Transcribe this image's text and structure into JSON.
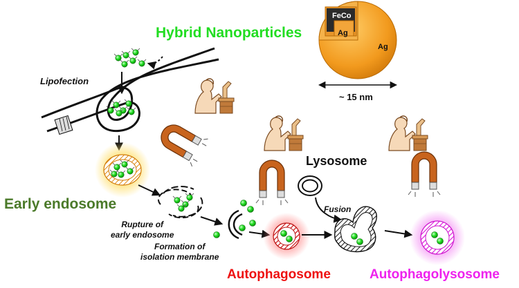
{
  "title": "Hybrid Nanoparticles",
  "steps": {
    "lipofection": "Lipofection",
    "early_endosome": "Early endosome",
    "rupture_line1": "Rupture of",
    "rupture_line2": "early endosome",
    "formation_line1": "Formation of",
    "formation_line2": "isolation membrane",
    "lysosome": "Lysosome",
    "fusion": "Fusion",
    "autophagosome": "Autophagosome",
    "autophagolysosome": "Autophagolysosome"
  },
  "nanoparticle": {
    "core_label": "FeCo",
    "inner_shell_label": "Ag",
    "outer_shell_label": "Ag",
    "size_label": "~ 15 nm"
  },
  "colors": {
    "nanoparticle_green": "#22dd22",
    "early_endosome_label": "#4b7a2a",
    "autophagosome_red": "#ee1111",
    "autophagolysosome_magenta": "#ee22ee",
    "magnet_copper": "#c8641e",
    "shell_orange": "#f29a1e"
  }
}
